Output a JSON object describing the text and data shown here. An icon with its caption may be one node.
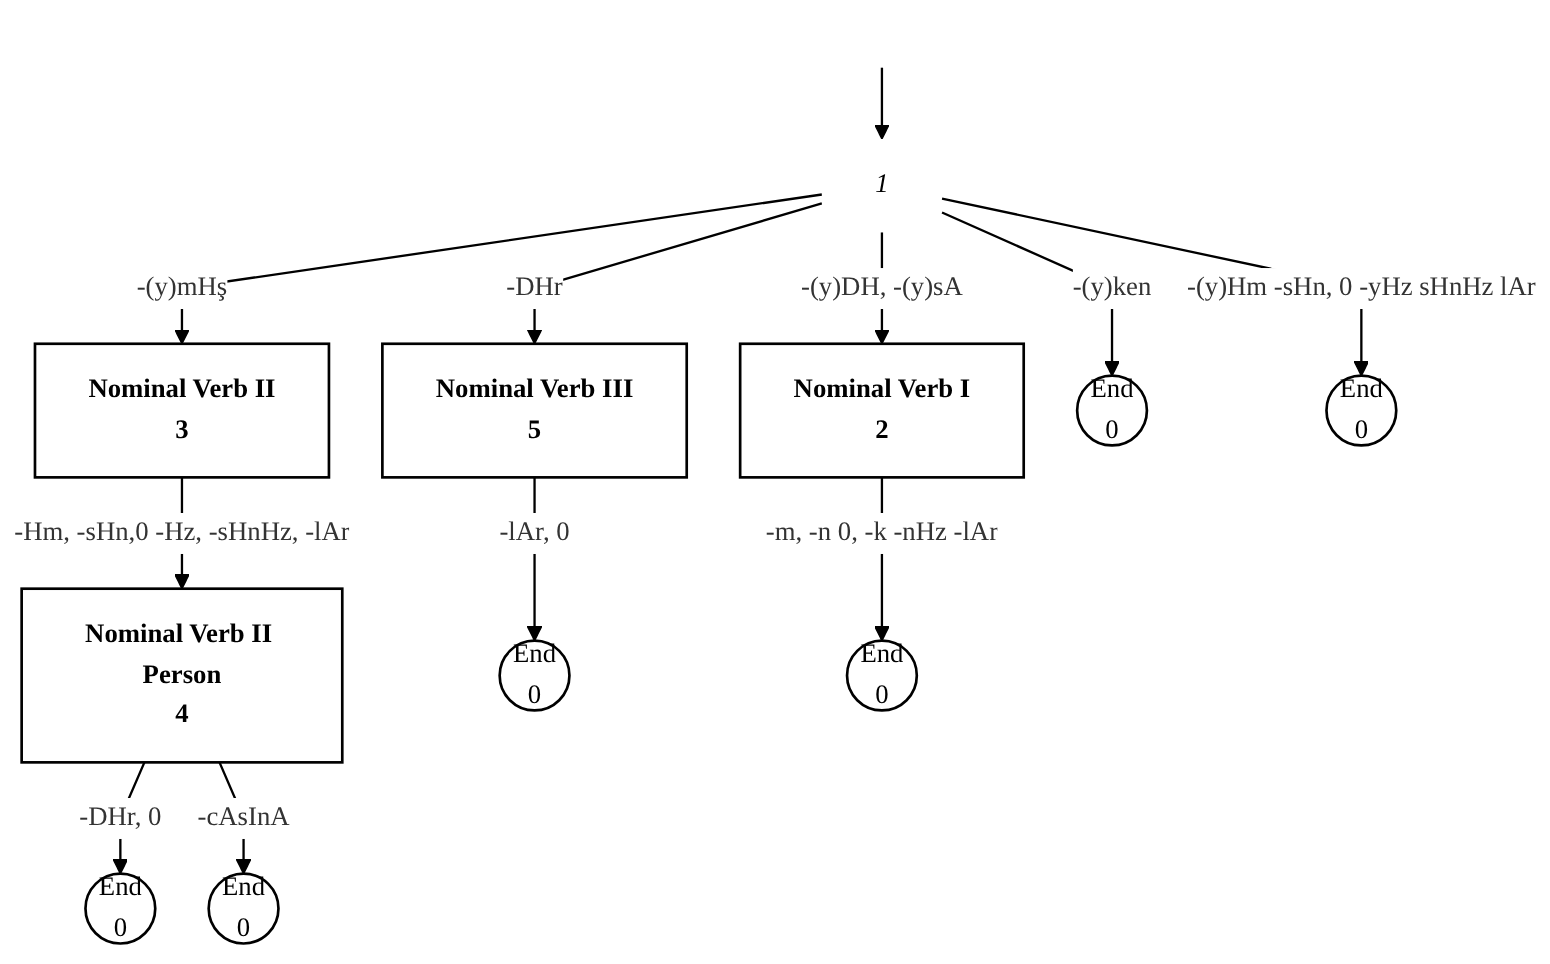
{
  "diagram": {
    "nodes": [
      {
        "text": [
          "1"
        ]
      },
      {
        "text": [
          "Nominal Verb I",
          "2"
        ]
      },
      {
        "text": [
          "Nominal Verb II",
          "3"
        ]
      },
      {
        "text": [
          "Nominal Verb II Person",
          "4"
        ]
      },
      {
        "text": [
          "Nominal Verb III",
          "5"
        ]
      },
      {
        "text": [
          "End",
          "0"
        ]
      },
      {
        "text": [
          "End",
          "0"
        ]
      },
      {
        "text": [
          "End",
          "0"
        ]
      },
      {
        "text": [
          "End",
          "0"
        ]
      },
      {
        "text": [
          "End",
          "0"
        ]
      },
      {
        "text": [
          "End",
          "0"
        ]
      }
    ],
    "edges": [
      {
        "from": null,
        "to": 0,
        "arrow": "to"
      },
      {
        "from": 0,
        "to": 1,
        "arrow": "to",
        "label": "-(y)DH, -(y)sA"
      },
      {
        "from": 0,
        "to": 2,
        "arrow": "to",
        "label": "-(y)mHş"
      },
      {
        "from": 0,
        "to": 6,
        "arrow": "to",
        "label": "-(y)Hm -sHn, 0 -yHz sHnHz lAr"
      },
      {
        "from": 0,
        "to": 4,
        "arrow": "to",
        "label": "-DHr"
      },
      {
        "from": 0,
        "to": 5,
        "arrow": "to",
        "label": "-(y)ken"
      },
      {
        "from": 1,
        "to": 8,
        "arrow": "to",
        "label": "-m, -n 0, -k -nHz -lAr"
      },
      {
        "from": 2,
        "to": 3,
        "arrow": "to",
        "label": "-Hm, -sHn,0 -Hz, -sHnHz, -lAr"
      },
      {
        "from": 3,
        "to": 9,
        "arrow": "to",
        "label": "-DHr, 0"
      },
      {
        "from": 3,
        "to": 10,
        "arrow": "to",
        "label": "-cAsInA"
      },
      {
        "from": 4,
        "to": 7,
        "arrow": "to",
        "label": "-lAr, 0"
      }
    ]
  }
}
